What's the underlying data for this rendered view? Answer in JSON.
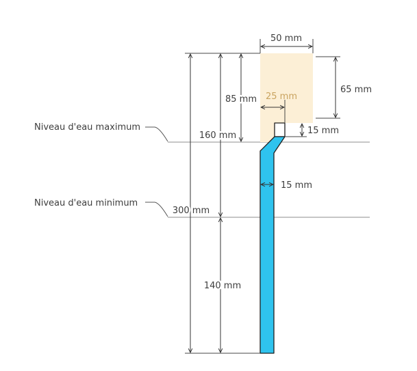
{
  "diagram": {
    "reservoir": {
      "width": "50 mm",
      "height": "65 mm",
      "outlet_offset": "25 mm",
      "outlet_height": "15 mm"
    },
    "heights": {
      "top_to_max_level": "85 mm",
      "top_to_min_level": "160 mm",
      "total": "300 mm",
      "min_level_to_bottom": "140 mm"
    },
    "tube": {
      "width": "15 mm"
    },
    "water_levels": {
      "maximum": "Niveau d'eau maximum",
      "minimum": "Niveau d'eau minimum"
    }
  },
  "colors": {
    "reservoir": "#FCEFD6",
    "tube": "#2FC3EE",
    "label_accent": "#C9A35F"
  }
}
